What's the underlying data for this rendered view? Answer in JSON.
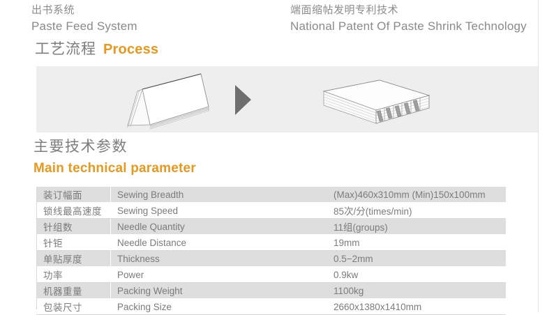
{
  "header": {
    "left": {
      "cn": "出书系统",
      "en": "Paste Feed System"
    },
    "right": {
      "cn": "端面缩帖发明专利技术",
      "en": "National Patent Of Paste Shrink Technology"
    }
  },
  "process_section": {
    "cn": "工艺流程",
    "en": "Process",
    "accent_color": "#e8981c",
    "panel_bg": "#eeeeee",
    "arrow_icon": "right-triangle-arrow",
    "left_illustration": "folded-signature-tent-icon",
    "right_illustration": "stacked-book-block-icon"
  },
  "parameter_section": {
    "cn": "主要技术参数",
    "en": "Main technical parameter",
    "accent_color": "#e8981c"
  },
  "spec_table": {
    "rows": [
      {
        "cn": "装订幅面",
        "en": "Sewing Breadth",
        "value": "(Max)460x310mm  (Min)150x100mm"
      },
      {
        "cn": "锁线最高速度",
        "en": "Sewing Speed",
        "value": "85次/分(times/min)"
      },
      {
        "cn": "针组数",
        "en": "Needle Quantity",
        "value": "11组(groups)"
      },
      {
        "cn": "针钜",
        "en": "Needle Distance",
        "value": "19mm"
      },
      {
        "cn": "单贴厚度",
        "en": "Thickness",
        "value": "0.5−2mm"
      },
      {
        "cn": "功率",
        "en": "Power",
        "value": "0.9kw"
      },
      {
        "cn": "机器重量",
        "en": "Packing Weight",
        "value": "1100kg"
      },
      {
        "cn": "包装尺寸",
        "en": "Packing Size",
        "value": "2660x1380x1410mm"
      }
    ]
  }
}
